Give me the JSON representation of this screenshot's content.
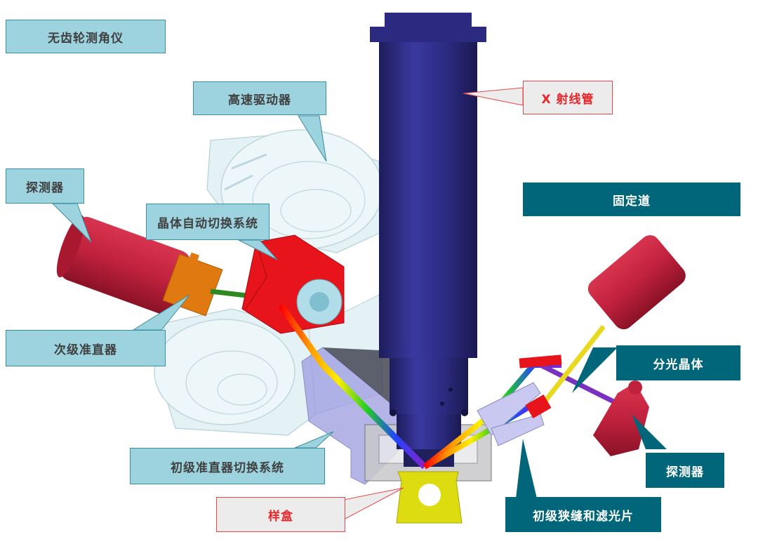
{
  "diagram": {
    "title_label": "无齿轮测角仪",
    "colors": {
      "callout_light_bg": "#9cd3de",
      "callout_light_border": "#3b8fa0",
      "callout_dark_bg": "#02667b",
      "callout_red_bg": "#ececec",
      "callout_red_text": "#e8262a",
      "xray_tube": "#2b2a78",
      "detector_red": "#c0213c",
      "crystal_red": "#e8141c",
      "collimator_orange": "#e07a10",
      "sample_box_yellow": "#dcdc10",
      "goniometer_translucent": "#cfe8ee"
    },
    "labels": {
      "goniometer": "无齿轮测角仪",
      "high_speed_drive": "高速驱动器",
      "xray_tube": "X 射线管",
      "fixed_channel": "固定道",
      "detector_left": "探测器",
      "crystal_changer": "晶体自动切换系统",
      "secondary_collimator": "次级准直器",
      "primary_collimator_changer": "初级准直器切换系统",
      "sample_box": "样盒",
      "analyzing_crystal": "分光晶体",
      "detector_right": "探测器",
      "primary_slit_filter": "初级狭缝和滤光片"
    }
  }
}
